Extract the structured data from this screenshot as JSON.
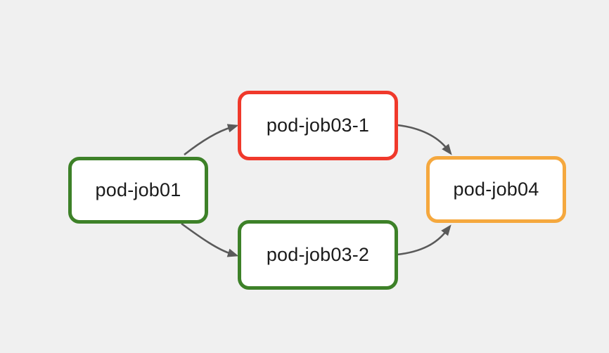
{
  "diagram": {
    "type": "flowchart-dag",
    "background": "#f0f0f0",
    "edge_color": "#5a5a5a",
    "node_fill": "#ffffff",
    "text_color": "#1b1b1b",
    "nodes": [
      {
        "id": "pod-job01",
        "label": "pod-job01",
        "border_color": "#3d8128"
      },
      {
        "id": "pod-job03-1",
        "label": "pod-job03-1",
        "border_color": "#f0392b"
      },
      {
        "id": "pod-job03-2",
        "label": "pod-job03-2",
        "border_color": "#3d8128"
      },
      {
        "id": "pod-job04",
        "label": "pod-job04",
        "border_color": "#f5a83e"
      }
    ],
    "edges": [
      {
        "from": "pod-job01",
        "to": "pod-job03-1"
      },
      {
        "from": "pod-job01",
        "to": "pod-job03-2"
      },
      {
        "from": "pod-job03-1",
        "to": "pod-job04"
      },
      {
        "from": "pod-job03-2",
        "to": "pod-job04"
      }
    ]
  }
}
